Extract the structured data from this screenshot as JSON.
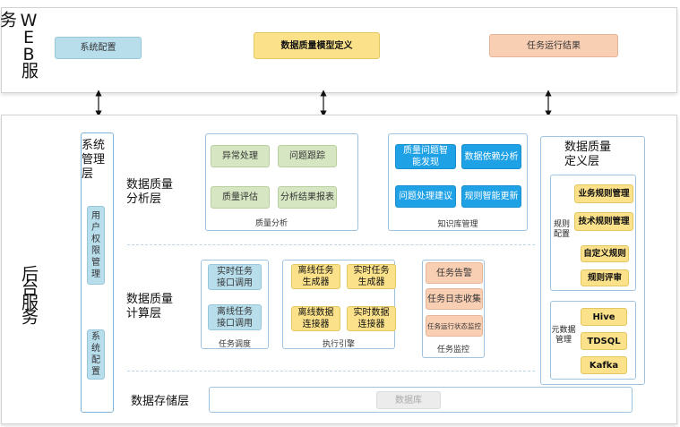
{
  "web": {
    "title": "WEB服务",
    "system_config": "系统配置",
    "model_def": "数据质量模型定义",
    "task_result": "任务运行结果"
  },
  "backend": {
    "title": "后台服务",
    "sys_mgmt": {
      "title": "系统管理层",
      "user_perm": "用户权限管理",
      "sys_conf": "系统配置"
    },
    "analysis_layer": {
      "label": "数据质量分析层",
      "quality_analysis": {
        "caption": "质量分析",
        "items": [
          "异常处理",
          "问题跟踪",
          "质量评估",
          "分析结果报表"
        ]
      },
      "knowledge": {
        "caption": "知识库管理",
        "items": [
          "质量问题智能发现",
          "数据依赖分析",
          "问题处理建议",
          "规则智能更新"
        ]
      }
    },
    "compute_layer": {
      "label": "数据质量计算层",
      "scheduling": {
        "caption": "任务调度",
        "items": [
          "实时任务接口调用",
          "离线任务接口调用"
        ]
      },
      "engine": {
        "caption": "执行引擎",
        "items": [
          "离线任务生成器",
          "实时任务生成器",
          "离线数据连接器",
          "实时数据连接器"
        ]
      },
      "monitor": {
        "caption": "任务监控",
        "items": [
          "任务告警",
          "任务日志收集",
          "任务运行状态监控"
        ]
      }
    },
    "storage_layer": {
      "label": "数据存储层",
      "db": "数据库"
    },
    "definition_layer": {
      "title": "数据质量定义层",
      "rules": {
        "label": "规则配置",
        "items": [
          "业务规则管理",
          "技术规则管理",
          "自定义规则",
          "规则评审"
        ]
      },
      "metadata": {
        "label": "元数据管理",
        "items": [
          "Hive",
          "TDSQL",
          "Kafka"
        ]
      }
    }
  }
}
